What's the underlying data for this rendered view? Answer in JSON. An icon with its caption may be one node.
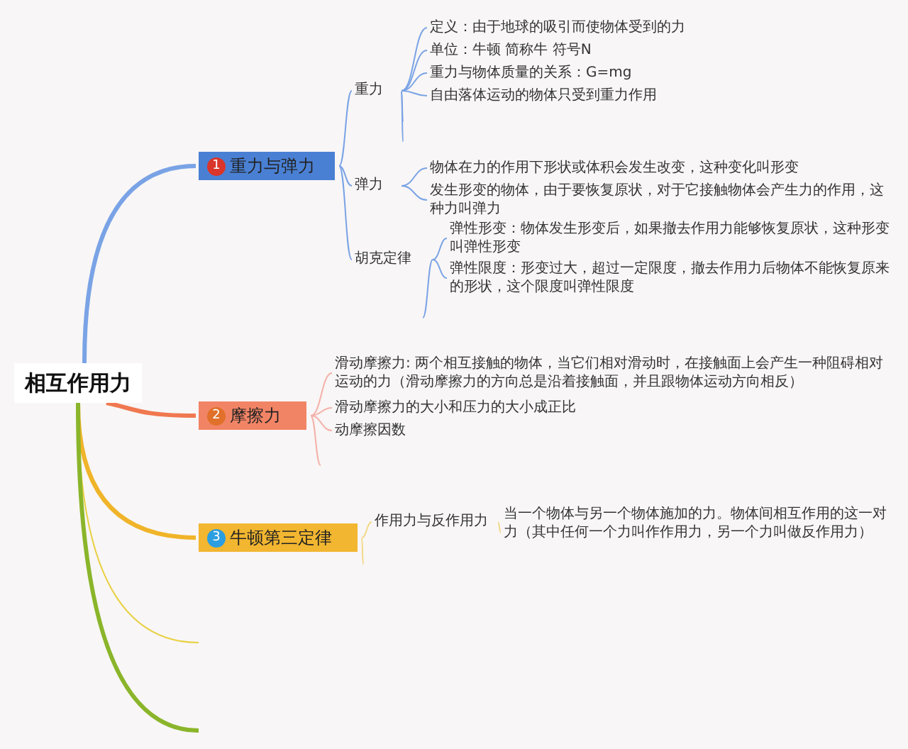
{
  "diagram": {
    "nodes": [
      {
        "text": [
          "相互作用力"
        ]
      },
      {
        "text": [
          "1",
          "重力与弹力"
        ]
      },
      {
        "text": [
          "重力"
        ]
      },
      {
        "text": [
          "定义：由于地球的吸引而使物体受到的力"
        ]
      },
      {
        "text": [
          "单位：牛顿 简称牛 符号N"
        ]
      },
      {
        "text": [
          "重力与物体质量的关系：G=mg"
        ]
      },
      {
        "text": [
          "自由落体运动的物体只受到重力作用"
        ]
      },
      {
        "text": [
          "弹力"
        ]
      },
      {
        "text": [
          "物体在力的作用下形状或体积会发生改变，这种变化叫形变"
        ]
      },
      {
        "text": [
          "发生形变的物体，由于要恢复原状，对于它接触物体会产生力的作用，这种力叫弹力"
        ]
      },
      {
        "text": [
          "胡克定律"
        ]
      },
      {
        "text": [
          "弹性形变：物体发生形变后，如果撤去作用力能够恢复原状，这种形变叫弹性形变"
        ]
      },
      {
        "text": [
          "弹性限度：形变过大，超过一定限度，撤去作用力后物体不能恢复原来的形状，这个限度叫弹性限度"
        ]
      },
      {
        "text": [
          "2",
          "摩擦力"
        ]
      },
      {
        "text": [
          "滑动摩擦力: 两个相互接触的物体，当它们相对滑动时，在接触面上会产生一种阻碍相对运动的力（滑动摩擦力的方向总是沿着接触面，并且跟物体运动方向相反）"
        ]
      },
      {
        "text": [
          "滑动摩擦力的大小和压力的大小成正比"
        ]
      },
      {
        "text": [
          "动摩擦因数"
        ]
      },
      {
        "text": [
          "3",
          "牛顿第三定律"
        ]
      },
      {
        "text": [
          "作用力与反作用力"
        ]
      },
      {
        "text": [
          "当一个物体与另一个物体施加的力。物体间相互作用的这一对力（其中任何一个力叫作作用力，另一个力叫做反作用力）"
        ]
      }
    ],
    "edges": [
      {
        "from": 0,
        "to": 1,
        "arrow": "none",
        "style": "thick"
      },
      {
        "from": 1,
        "to": 2,
        "arrow": "none"
      },
      {
        "from": 2,
        "to": 3,
        "arrow": "none"
      },
      {
        "from": 2,
        "to": 4,
        "arrow": "none"
      },
      {
        "from": 2,
        "to": 5,
        "arrow": "none"
      },
      {
        "from": 2,
        "to": 6,
        "arrow": "none"
      },
      {
        "from": 2,
        "to": null,
        "arrow": "none"
      },
      {
        "from": 2,
        "to": null,
        "arrow": "none"
      },
      {
        "from": 1,
        "to": 7,
        "arrow": "none"
      },
      {
        "from": 7,
        "to": 8,
        "arrow": "none"
      },
      {
        "from": 7,
        "to": 9,
        "arrow": "none"
      },
      {
        "from": 1,
        "to": 10,
        "arrow": "none"
      },
      {
        "from": 10,
        "to": 11,
        "arrow": "none"
      },
      {
        "from": 10,
        "to": 12,
        "arrow": "none"
      },
      {
        "from": 10,
        "to": null,
        "arrow": "none"
      },
      {
        "from": 0,
        "to": 13,
        "arrow": "none",
        "style": "thick",
        "color": "#f07850"
      },
      {
        "from": 13,
        "to": 14,
        "arrow": "none",
        "color": "#f4b0a8"
      },
      {
        "from": 13,
        "to": 15,
        "arrow": "none",
        "color": "#f4b0a8"
      },
      {
        "from": 13,
        "to": 16,
        "arrow": "none",
        "color": "#f4b0a8"
      },
      {
        "from": 13,
        "to": null,
        "arrow": "none",
        "color": "#f4b0a8"
      },
      {
        "from": 0,
        "to": 17,
        "arrow": "none",
        "style": "thick",
        "color": "#f0b429"
      },
      {
        "from": 17,
        "to": 18,
        "arrow": "none",
        "color": "#f3d98a"
      },
      {
        "from": 17,
        "to": null,
        "arrow": "none",
        "color": "#f3d98a"
      },
      {
        "from": 18,
        "to": 19,
        "arrow": "none",
        "color": "#f3d98a"
      },
      {
        "from": 0,
        "to": null,
        "arrow": "none",
        "color": "#e8d040"
      },
      {
        "from": 0,
        "to": null,
        "arrow": "none",
        "style": "thick",
        "color": "#8ab52a"
      }
    ]
  }
}
